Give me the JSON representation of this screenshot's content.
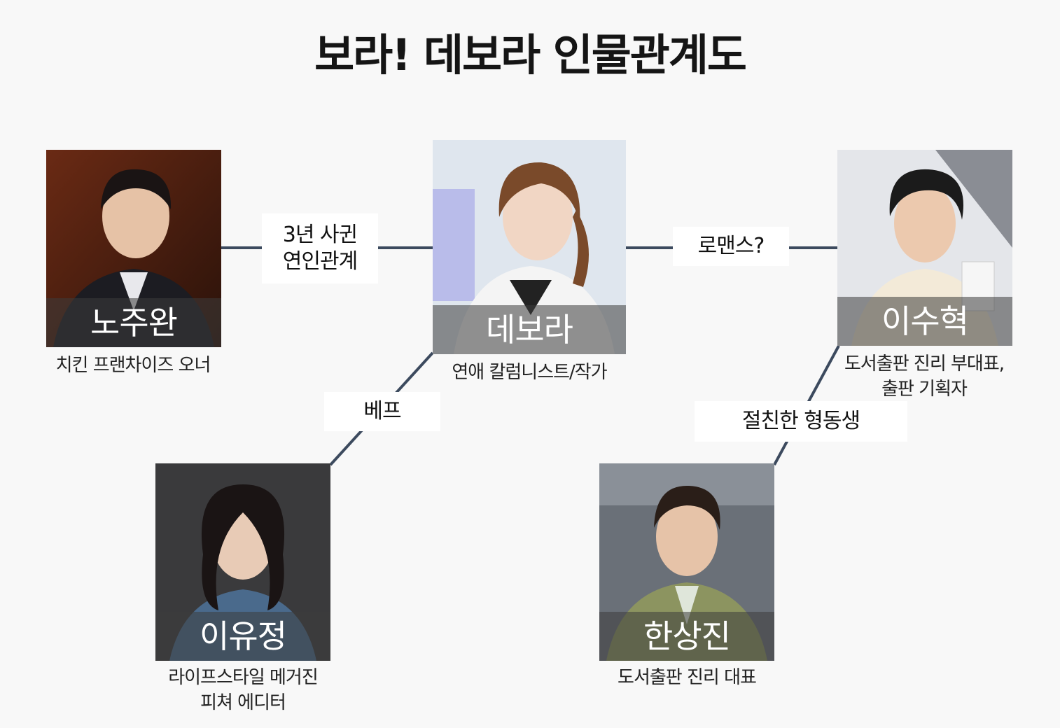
{
  "title": "보라! 데보라 인물관계도",
  "colors": {
    "line": "#3c4a5e",
    "background": "#f8f8f8",
    "label_bg": "#ffffff",
    "name_overlay": "rgba(60,60,60,0.55)"
  },
  "characters": {
    "center": {
      "name": "데보라",
      "desc": [
        "연애 칼럼니스트/작가"
      ]
    },
    "left": {
      "name": "노주완",
      "desc": [
        "치킨 프랜차이즈 오너"
      ]
    },
    "right": {
      "name": "이수혁",
      "desc": [
        "도서출판 진리 부대표,",
        "출판 기획자"
      ]
    },
    "bottom_left": {
      "name": "이유정",
      "desc": [
        "라이프스타일 메거진",
        "피쳐 에디터"
      ]
    },
    "bottom_right": {
      "name": "한상진",
      "desc": [
        "도서출판 진리 대표"
      ]
    }
  },
  "relations": {
    "center_left": [
      "3년 사귄",
      "연인관계"
    ],
    "center_right": [
      "로맨스?"
    ],
    "center_bottom_left": [
      "베프"
    ],
    "right_bottom_right": [
      "절친한 형동생"
    ]
  }
}
